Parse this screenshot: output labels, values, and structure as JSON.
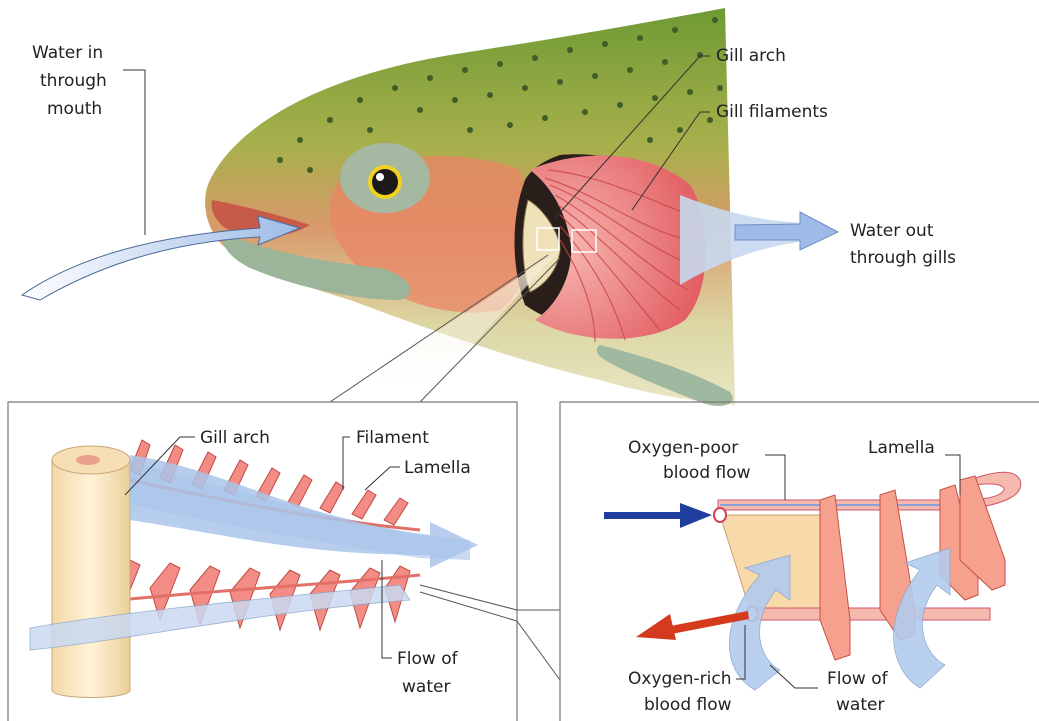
{
  "top": {
    "water_in_l1": "Water in",
    "water_in_l2": "through",
    "water_in_l3": "mouth",
    "gill_arch": "Gill arch",
    "gill_filaments": "Gill filaments",
    "water_out_l1": "Water out",
    "water_out_l2": "through gills"
  },
  "left_inset": {
    "gill_arch": "Gill arch",
    "filament": "Filament",
    "lamella": "Lamella",
    "flow_l1": "Flow of",
    "flow_l2": "water"
  },
  "right_inset": {
    "poor_l1": "Oxygen-poor",
    "poor_l2": "blood flow",
    "lamella": "Lamella",
    "rich_l1": "Oxygen-rich",
    "rich_l2": "blood flow",
    "flow_l1": "Flow of",
    "flow_l2": "water"
  },
  "colors": {
    "fish_back": "#7fa43a",
    "fish_belly": "#d9d6a0",
    "gill_red": "#e8686c",
    "water_arrow": "#a9c6ea",
    "oxygen_poor": "#1f3f9e",
    "oxygen_rich": "#d63a1e"
  }
}
